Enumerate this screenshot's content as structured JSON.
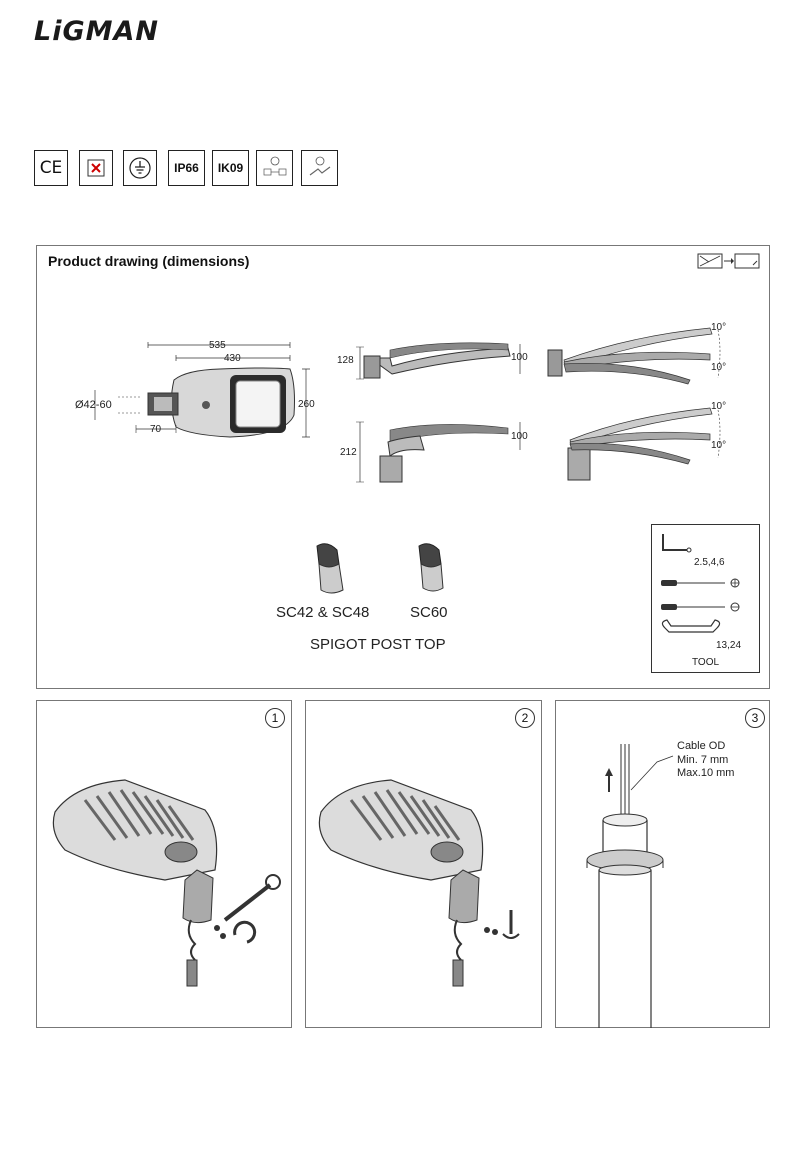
{
  "brand": {
    "logo_text": "LiGMAN"
  },
  "certifications": [
    {
      "icon": "ce-mark-icon",
      "label": "CE"
    },
    {
      "icon": "no-flammable-surface-icon",
      "label": ""
    },
    {
      "icon": "protective-earth-icon",
      "label": ""
    },
    {
      "icon": "ip66-icon",
      "label": "IP66"
    },
    {
      "icon": "ik09-icon",
      "label": "IK09"
    },
    {
      "icon": "driver-option-icon",
      "label": ""
    },
    {
      "icon": "surge-protection-icon",
      "label": ""
    }
  ],
  "product_drawing": {
    "title": "Product drawing (dimensions)",
    "dimensions": {
      "d535": "535",
      "d430": "430",
      "d_spigot": "Ø42-60",
      "d70": "70",
      "d260": "260",
      "d128": "128",
      "d100a": "100",
      "d212": "212",
      "d100b": "100",
      "tilt1": "10°",
      "tilt2": "10°",
      "tilt3": "10°",
      "tilt4": "10°"
    },
    "spigots": {
      "left_label": "SC42 & SC48",
      "right_label": "SC60",
      "caption": "SPIGOT POST TOP"
    },
    "tools": {
      "hex_key": "2.5,4,6",
      "wrench": "13,24",
      "label": "TOOL"
    }
  },
  "steps": [
    {
      "number": "1"
    },
    {
      "number": "2"
    },
    {
      "number": "3",
      "cable_title": "Cable OD",
      "cable_min": "Min. 7 mm",
      "cable_max": "Max.10 mm"
    }
  ]
}
